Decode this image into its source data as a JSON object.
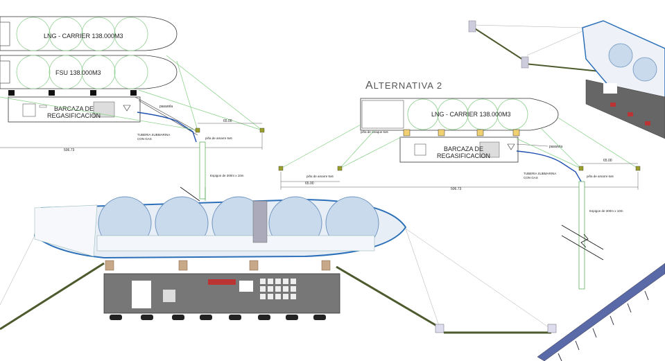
{
  "left_plan": {
    "carrier_label": "LNG - CARRIER 138.000M3",
    "fsu_label": "FSU 138.000M3",
    "barge_line1": "BARCAZA DE",
    "barge_line2": "REGASIFICACION",
    "pasarela": "pasarela",
    "pipe_line1": "TUBERIA SUBMARINA",
    "pipe_line2": "CON GAS",
    "mooring": "piña de amarre 6x6",
    "dim_small": "65.00",
    "dim_total": "506.73",
    "jetty": "Espigon de 300m x 10m"
  },
  "alt2": {
    "title_first": "A",
    "title_rest": "LTERNATIVA 2",
    "carrier_label": "LNG - CARRIER 138.000M3",
    "berthing": "piña de atraque 6x6",
    "barge_line1": "BARCAZA DE",
    "barge_line2": "REGASIFICACION",
    "pasarela": "pasarela",
    "pipe_line1": "TUBERIA SUBMARINA",
    "pipe_line2": "CON GAS",
    "mooring_right": "piña de amarre 6x6",
    "mooring_left": "piña de amarre 6x6",
    "dim_left": "65.00",
    "dim_right": "65.00",
    "dim_total": "506.73",
    "jetty": "Espigon de 300m x 10m"
  },
  "colors": {
    "line_green": "#7fcf7f",
    "hull_blue": "#2a6fb8",
    "pipe_blue": "#1f4fb0",
    "dark_cable": "#4d5a2e",
    "barge_gray": "#6f6f6f",
    "pier_blue": "#5a6aa8"
  }
}
